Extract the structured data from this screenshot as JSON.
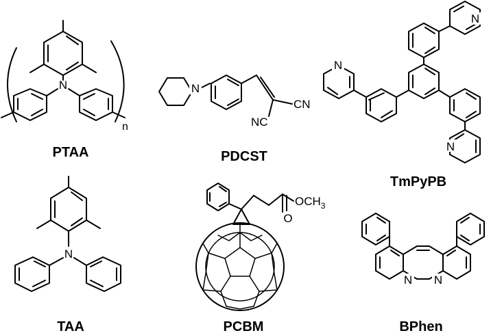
{
  "molecules": [
    {
      "id": "ptaa",
      "name": "PTAA",
      "atoms": [
        "N"
      ],
      "subscript": "n"
    },
    {
      "id": "pdcst",
      "name": "PDCST",
      "atoms": [
        "N"
      ],
      "groups": [
        "CN",
        "NC"
      ]
    },
    {
      "id": "tmpypb",
      "name": "TmPyPB",
      "atoms": [
        "N",
        "N",
        "N"
      ]
    },
    {
      "id": "taa",
      "name": "TAA",
      "atoms": [
        "N"
      ]
    },
    {
      "id": "pcbm",
      "name": "PCBM",
      "atoms": [
        "O"
      ],
      "groups": [
        "O",
        "CH",
        "3"
      ]
    },
    {
      "id": "bphen",
      "name": "BPhen",
      "atoms": [
        "N",
        "N"
      ]
    }
  ]
}
